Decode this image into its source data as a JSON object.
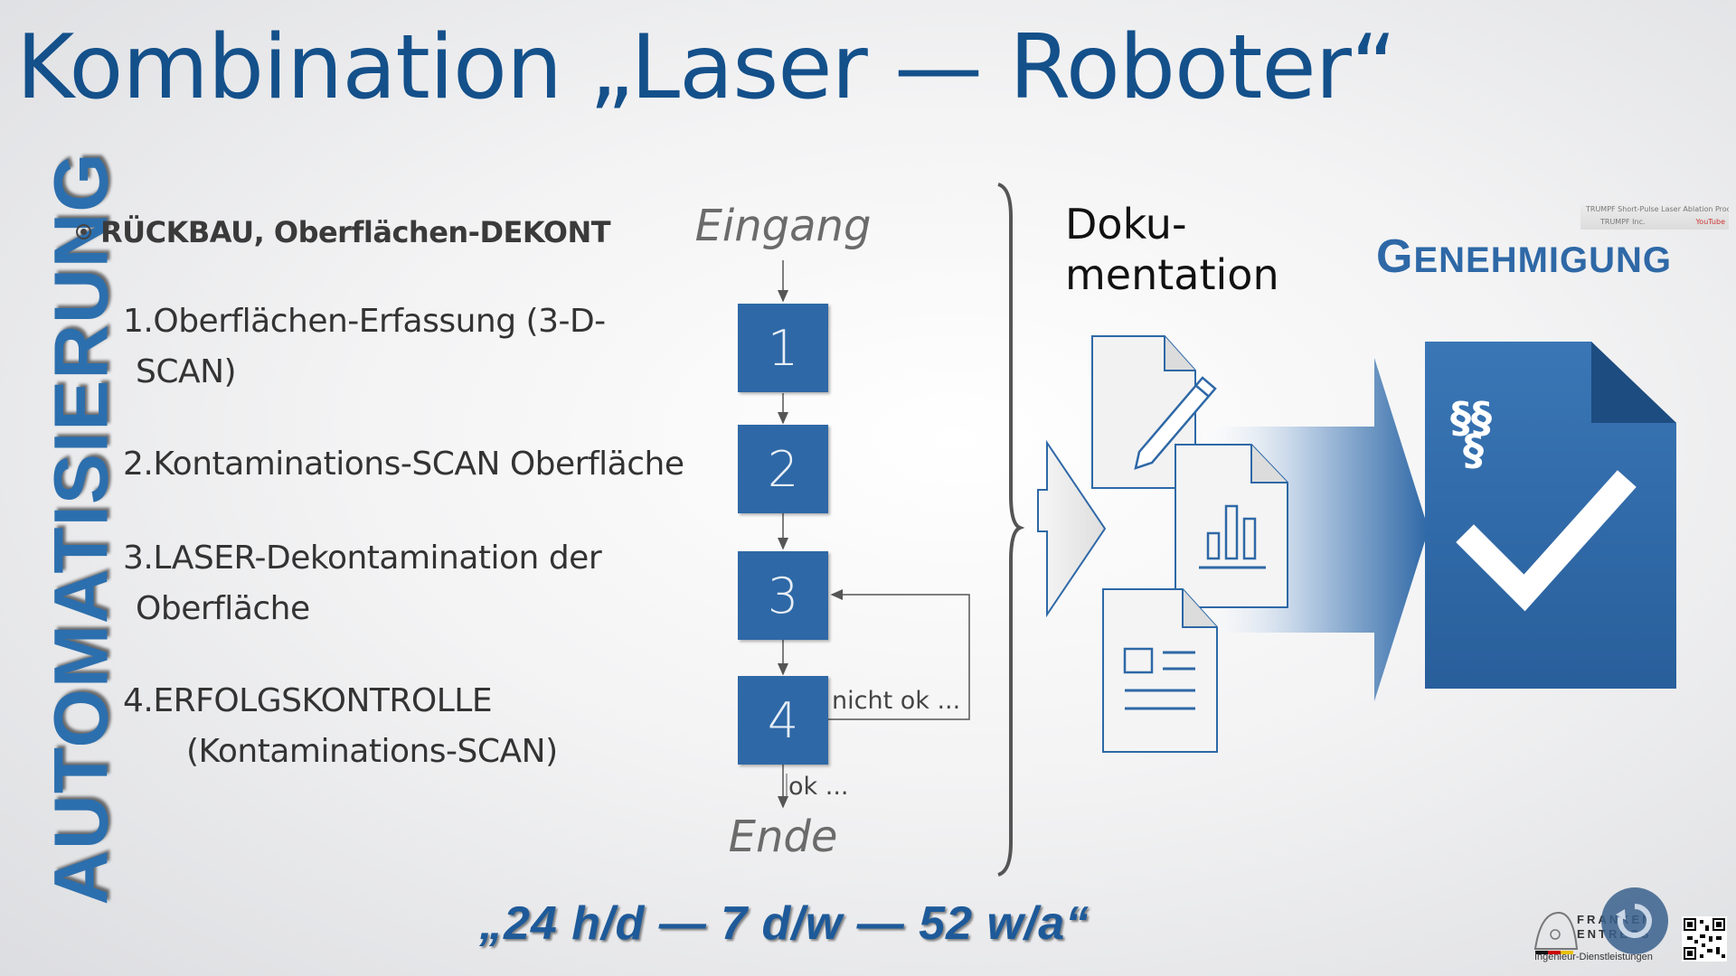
{
  "title": "Kombination „Laser — Roboter“",
  "vertical_heading": "AUTOMATISIERUNG",
  "bullet": "RÜCKBAU, Oberflächen-DEKONT",
  "steps": [
    {
      "num": "1.",
      "line1": "Oberflächen-Erfassung (3-D-",
      "line2": "SCAN)"
    },
    {
      "num": "2.",
      "line1": "Kontaminations-SCAN Oberfläche",
      "line2": ""
    },
    {
      "num": "3.",
      "line1": "LASER-Dekontamination der",
      "line2": "Oberfläche"
    },
    {
      "num": "4.",
      "line1": "ERFOLGSKONTROLLE",
      "line2": "(Kontaminations-SCAN)"
    }
  ],
  "flow": {
    "start": "Eingang",
    "end": "Ende",
    "boxes": [
      "1",
      "2",
      "3",
      "4"
    ],
    "not_ok": "nicht ok ...",
    "ok": "ok ..."
  },
  "documentation": {
    "line1": "Doku-",
    "line2": "mentation"
  },
  "approval": {
    "first": "G",
    "rest": "ENEHMIGUNG"
  },
  "slogan": "„24 h/d — 7 d/w — 52 w/a“",
  "video_thumbnail": {
    "title": "TRUMPF Short-Pulse Laser Ablation Process",
    "channel": "TRUMPF Inc.",
    "badge": "YouTube"
  },
  "logo": {
    "line1": "FRANKEN",
    "line2": "ENTRESS",
    "subtitle": "Ingenieur-Dienstleistungen"
  },
  "colors": {
    "primary_blue": "#14508a",
    "box_blue": "#2e68a6",
    "text_grey": "#333333"
  },
  "icons": [
    "pencil-document-icon",
    "chart-document-icon",
    "text-document-icon",
    "paragraph-approval-document-icon",
    "checkmark-icon",
    "reload-icon",
    "qr-code-icon"
  ]
}
